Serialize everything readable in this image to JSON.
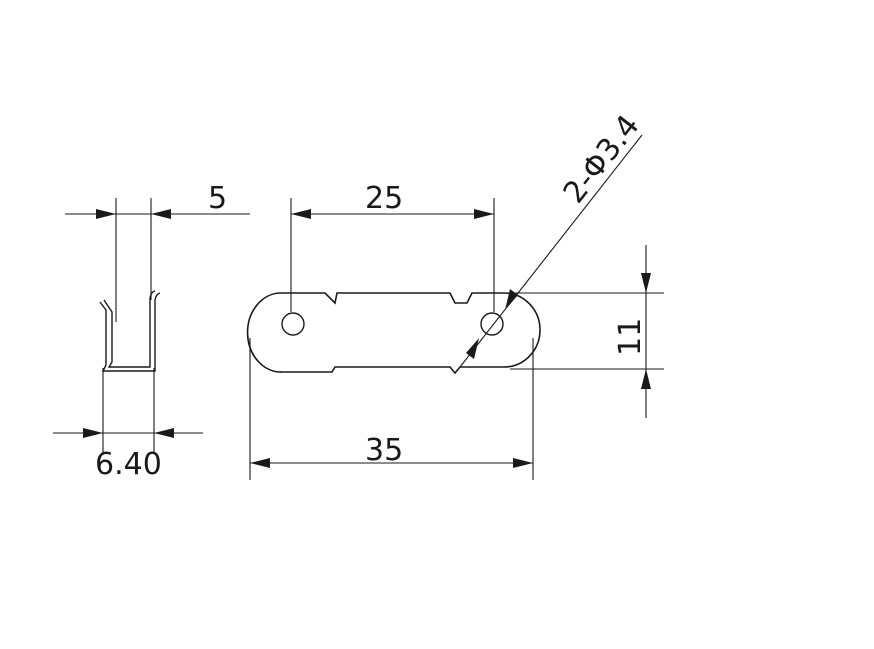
{
  "dimensions": {
    "thickness": "5",
    "hole_spacing": "25",
    "hole_callout": "2-Φ3.4",
    "height": "11",
    "overall_length": "35",
    "side_width": "6.40"
  },
  "colors": {
    "line": "#1a1a1a",
    "background": "#ffffff"
  }
}
